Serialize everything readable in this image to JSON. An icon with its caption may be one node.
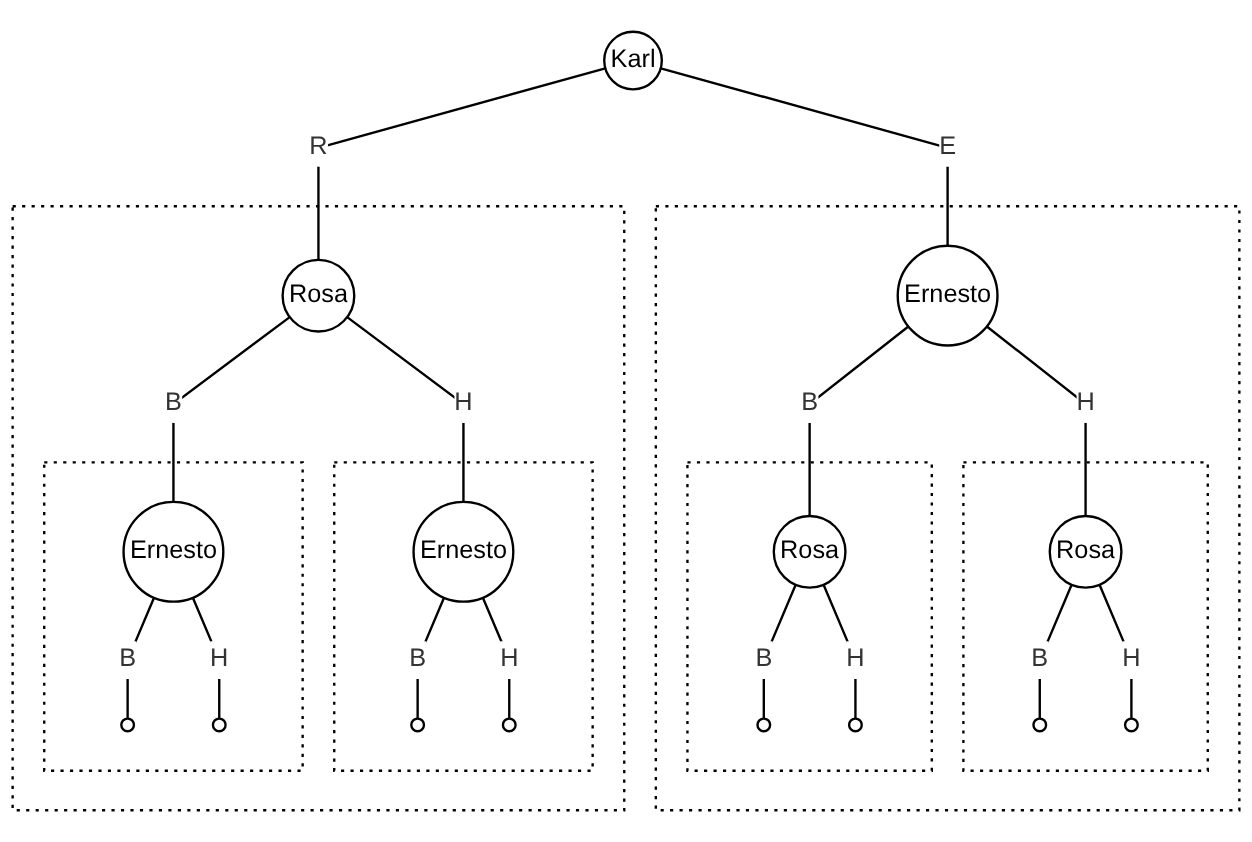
{
  "diagram": {
    "nodes": [
      {
        "text": [
          "Karl"
        ]
      },
      {
        "text": [],
        "shape": "box"
      },
      {
        "text": [
          "Rosa"
        ],
        "in": 1
      },
      {
        "text": [],
        "shape": "box",
        "in": 1
      },
      {
        "text": [
          "Ernesto"
        ],
        "in": 3
      },
      {
        "text": [],
        "shape": "circle",
        "in": 3
      },
      {
        "text": [],
        "shape": "circle",
        "in": 3
      },
      {
        "text": [],
        "shape": "box",
        "in": 1
      },
      {
        "text": [
          "Ernesto"
        ],
        "in": 7
      },
      {
        "text": [],
        "shape": "circle",
        "in": 7
      },
      {
        "text": [],
        "shape": "circle",
        "in": 7
      },
      {
        "text": [],
        "shape": "box"
      },
      {
        "text": [
          "Ernesto"
        ],
        "in": 11
      },
      {
        "text": [],
        "shape": "box",
        "in": 11
      },
      {
        "text": [
          "Rosa"
        ],
        "in": 13
      },
      {
        "text": [],
        "shape": "circle",
        "in": 13
      },
      {
        "text": [],
        "shape": "circle",
        "in": 13
      },
      {
        "text": [],
        "shape": "box",
        "in": 11
      },
      {
        "text": [
          "Rosa"
        ],
        "in": 17
      },
      {
        "text": [],
        "shape": "circle",
        "in": 17
      },
      {
        "text": [],
        "shape": "circle",
        "in": 17
      }
    ],
    "edges": [
      {
        "from": 0,
        "to": 2,
        "arrow": "none",
        "label": "R"
      },
      {
        "from": 0,
        "to": 12,
        "arrow": "none",
        "label": "E"
      },
      {
        "from": 2,
        "to": 4,
        "arrow": "none",
        "label": "B"
      },
      {
        "from": 2,
        "to": 8,
        "arrow": "none",
        "label": "H"
      },
      {
        "from": 4,
        "to": 5,
        "arrow": "none",
        "label": "B"
      },
      {
        "from": 4,
        "to": 6,
        "arrow": "none",
        "label": "H"
      },
      {
        "from": 8,
        "to": 9,
        "arrow": "none",
        "label": "B"
      },
      {
        "from": 8,
        "to": 10,
        "arrow": "none",
        "label": "H"
      },
      {
        "from": 12,
        "to": 14,
        "arrow": "none",
        "label": "B"
      },
      {
        "from": 12,
        "to": 18,
        "arrow": "none",
        "label": "H"
      },
      {
        "from": 14,
        "to": 15,
        "arrow": "none",
        "label": "B"
      },
      {
        "from": 14,
        "to": 16,
        "arrow": "none",
        "label": "H"
      },
      {
        "from": 18,
        "to": 19,
        "arrow": "none",
        "label": "B"
      },
      {
        "from": 18,
        "to": 20,
        "arrow": "none",
        "label": "H"
      }
    ]
  }
}
